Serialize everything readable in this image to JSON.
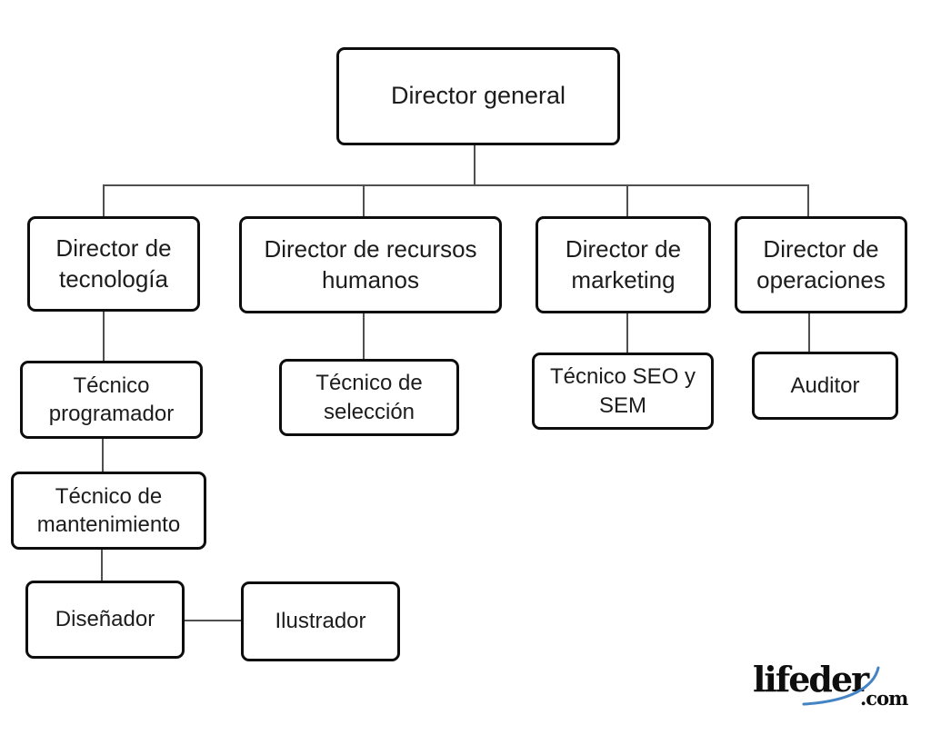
{
  "diagram": {
    "type": "org-chart",
    "nodes": {
      "director_general": "Director general",
      "director_tecnologia": "Director de tecnología",
      "director_recursos_humanos": "Director de recursos humanos",
      "director_marketing": "Director de marketing",
      "director_operaciones": "Director de operaciones",
      "tecnico_programador": "Técnico programador",
      "tecnico_seleccion": "Técnico de selección",
      "tecnico_seo_sem": "Técnico SEO y SEM",
      "auditor": "Auditor",
      "tecnico_mantenimiento": "Técnico de mantenimiento",
      "disenador": "Diseñador",
      "ilustrador": "Ilustrador"
    },
    "edges": [
      [
        "director_general",
        "director_tecnologia"
      ],
      [
        "director_general",
        "director_recursos_humanos"
      ],
      [
        "director_general",
        "director_marketing"
      ],
      [
        "director_general",
        "director_operaciones"
      ],
      [
        "director_tecnologia",
        "tecnico_programador"
      ],
      [
        "tecnico_programador",
        "tecnico_mantenimiento"
      ],
      [
        "tecnico_mantenimiento",
        "disenador"
      ],
      [
        "disenador",
        "ilustrador"
      ],
      [
        "director_recursos_humanos",
        "tecnico_seleccion"
      ],
      [
        "director_marketing",
        "tecnico_seo_sem"
      ],
      [
        "director_operaciones",
        "auditor"
      ]
    ]
  },
  "logo": {
    "brand": "lifeder",
    "suffix": ".com"
  },
  "colors": {
    "background": "#ffffff",
    "box_border": "#0d0d0d",
    "text": "#1c1c1c",
    "connector": "#4f4f4f",
    "logo_black": "#0e0e0e",
    "logo_blue": "#4484c4"
  }
}
